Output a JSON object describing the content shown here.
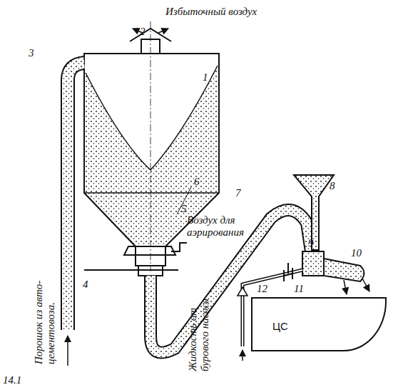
{
  "diagram": {
    "nodes": [
      {
        "text": [
          "ЦС"
        ]
      }
    ],
    "labels": [
      "Избыточный воздух",
      "2",
      "1",
      "3",
      "Порошок из авто- цементовоза.",
      "6",
      "5",
      "Воздух для аэрирования",
      "4",
      "7",
      "8",
      "9",
      "10",
      "11",
      "12",
      "Жидкость от бурового насоса",
      "14.1"
    ]
  }
}
